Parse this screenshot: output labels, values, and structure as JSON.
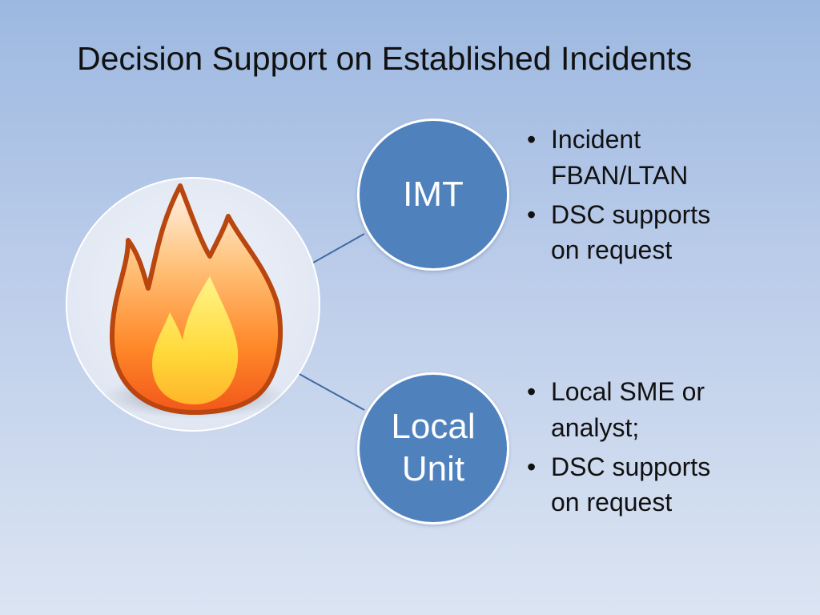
{
  "title": "Decision Support on Established Incidents",
  "colors": {
    "node_fill": "#4f81bd",
    "node_border": "#ffffff",
    "connector": "#3f6aa0",
    "flame_outer": "#b8460e",
    "flame_mid": "#ff8a2a",
    "flame_inner": "#ffd93a"
  },
  "center": {
    "icon": "fire-icon"
  },
  "nodes": [
    {
      "id": "imt",
      "label": "IMT",
      "bullets": [
        "Incident\nFBAN/LTAN",
        "DSC supports\non request"
      ]
    },
    {
      "id": "local-unit",
      "label": "Local\nUnit",
      "bullets": [
        "Local SME or\nanalyst;",
        "DSC supports\non request"
      ]
    }
  ]
}
